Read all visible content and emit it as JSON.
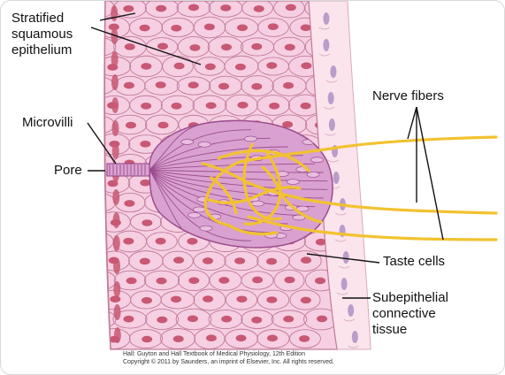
{
  "labels": {
    "epithelium": [
      "Stratified",
      "squamous",
      "epithelium"
    ],
    "microvilli": "Microvilli",
    "pore": "Pore",
    "nerve_fibers": "Nerve fibers",
    "taste_cells": "Taste cells",
    "connective_tissue": [
      "Subepithelial",
      "connective",
      "tissue"
    ]
  },
  "credit": {
    "line1": "Hall: Guyton and Hall Textbook of Medical Physiology, 12th Edition",
    "line2": "Copyright © 2011 by Saunders, an imprint of Elsevier, Inc. All rights reserved."
  },
  "colors": {
    "epithelium_fill": "#f6cfe2",
    "cell_outline": "#c07a99",
    "nucleus": "#c85873",
    "taste_bud": "#d9a1cf",
    "taste_bud_line": "#9c4e8e",
    "nerve": "#f2c230",
    "connective": "#fbe4ec",
    "connective_nucleus": "#b493c6"
  }
}
